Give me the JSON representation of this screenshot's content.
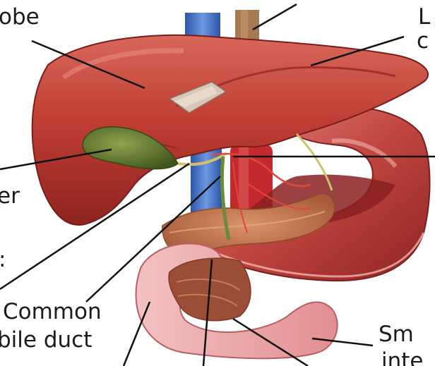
{
  "labels": {
    "lobe": "obe",
    "top_right": "L",
    "top_right_line2": "c",
    "left_mid": "er",
    "left_low": ":",
    "common_bile_duct_line1": "Common",
    "common_bile_duct_line2": "bile duct",
    "small_intestine_line1": "Sm",
    "small_intestine_line2": "inte"
  },
  "colors": {
    "liver": "#b8352c",
    "liver_highlight": "#d8685a",
    "gallbladder": "#5f7b2d",
    "stomach": "#b4393a",
    "stomach_highlight": "#dc7070",
    "pancreas": "#c87a52",
    "duodenum": "#e9a7a9",
    "vena_cava": "#3f6fc6",
    "aorta": "#c42a2d",
    "leader_line": "#111111"
  }
}
